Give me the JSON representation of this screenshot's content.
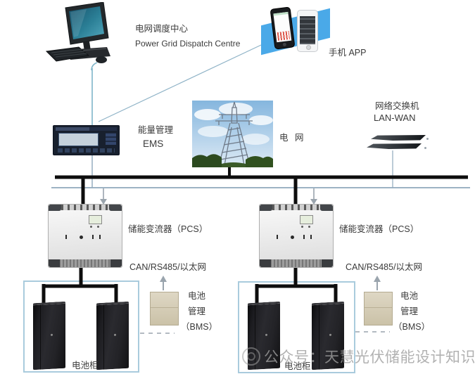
{
  "nodes": {
    "dispatch": {
      "zh": "电网调度中心",
      "en": "Power Grid Dispatch Centre"
    },
    "app": {
      "label": "手机 APP"
    },
    "ems": {
      "zh": "能量管理",
      "en": "EMS"
    },
    "grid": {
      "label": "电 网"
    },
    "switch": {
      "zh": "网络交换机",
      "en": "LAN-WAN"
    }
  },
  "shared": {
    "pcs_label": "储能变流器（PCS）",
    "can_label": "CAN/RS485/以太网",
    "bms_line1": "电池",
    "bms_line2": "管理",
    "bms_line3": "（BMS）",
    "cabinet_label": "电池柜"
  },
  "watermark": {
    "text": "公众号：天慧光伏储能设计知识"
  },
  "colors": {
    "bus_black": "#0d0d0d",
    "line_blue": "#8fa8bc",
    "teal_cable": "#7fb5c9",
    "box_border": "#a9cbdd",
    "arrow_gray": "#9aa4ad",
    "band_blue": "#4aa9e8",
    "screen_teal": "#2b7f96",
    "watermark_gray": "#9e9e9e"
  }
}
